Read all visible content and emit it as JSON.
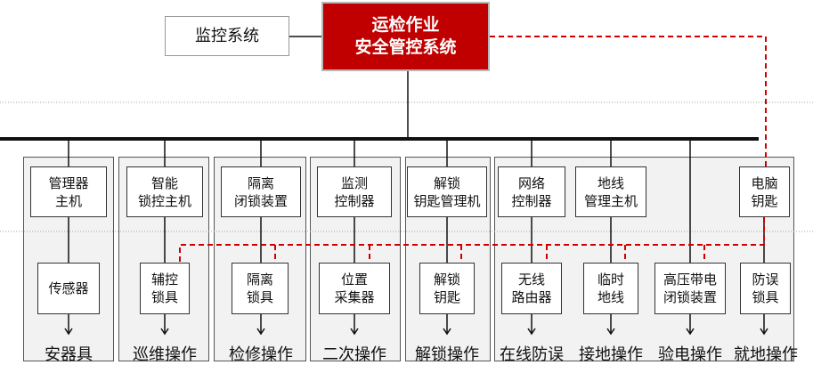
{
  "diagram": {
    "main_system": "运检作业\n安全管控系统",
    "monitor_system": "监控系统",
    "columns": [
      {
        "top": "管理器\n主机",
        "bottom": "传感器",
        "label": "安器具"
      },
      {
        "top": "智能\n锁控主机",
        "bottom": "辅控\n锁具",
        "label": "巡维操作"
      },
      {
        "top": "隔离\n闭锁装置",
        "bottom": "隔离\n锁具",
        "label": "检修操作"
      },
      {
        "top": "监测\n控制器",
        "bottom": "位置\n采集器",
        "label": "二次操作"
      },
      {
        "top": "解锁\n钥匙管理机",
        "bottom": "解锁\n钥匙",
        "label": "解锁操作"
      },
      {
        "top": "网络\n控制器",
        "bottom": "无线\n路由器",
        "label": "在线防误"
      },
      {
        "top": "地线\n管理主机",
        "bottom": "临时\n地线",
        "label": "接地操作"
      },
      {
        "top": "",
        "bottom": "高压带电\n闭锁装置",
        "label": "验电操作"
      },
      {
        "top": "电脑\n钥匙",
        "bottom": "防误\n锁具",
        "label": "就地操作"
      }
    ]
  },
  "colors": {
    "main_fill": "#c00000",
    "dashed_link": "#d00000",
    "bus": "#111111",
    "panel_fill": "#f2f2f2"
  }
}
